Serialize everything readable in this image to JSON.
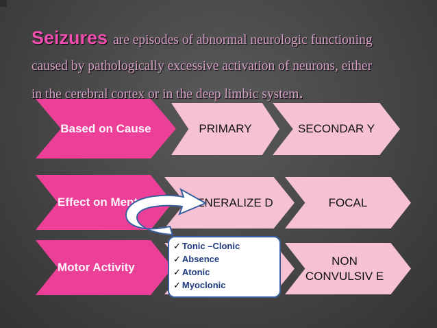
{
  "title": {
    "keyword": "Seizures",
    "line1": "are episodes of abnormal neurologic functioning",
    "line2": "caused by pathologically excessive activation of neurons, either",
    "line3": "in the cerebral cortex or in the deep limbic system",
    "period": "."
  },
  "rows": [
    {
      "category": "Based on Cause",
      "items": [
        "PRIMARY",
        "SECONDAR Y"
      ]
    },
    {
      "category": "Effect on Mentation",
      "items": [
        "GENERALIZE D",
        "FOCAL"
      ]
    },
    {
      "category": "Motor Activity",
      "items": [
        "",
        "NON CONVULSIV E"
      ]
    }
  ],
  "callout": {
    "items": [
      "Tonic –Clonic",
      "Absence",
      "Atonic",
      "Myoclonic"
    ]
  },
  "colors": {
    "accent": "#ec3f98",
    "light": "#f5c1d3",
    "callout_border": "#3a5fa0"
  }
}
